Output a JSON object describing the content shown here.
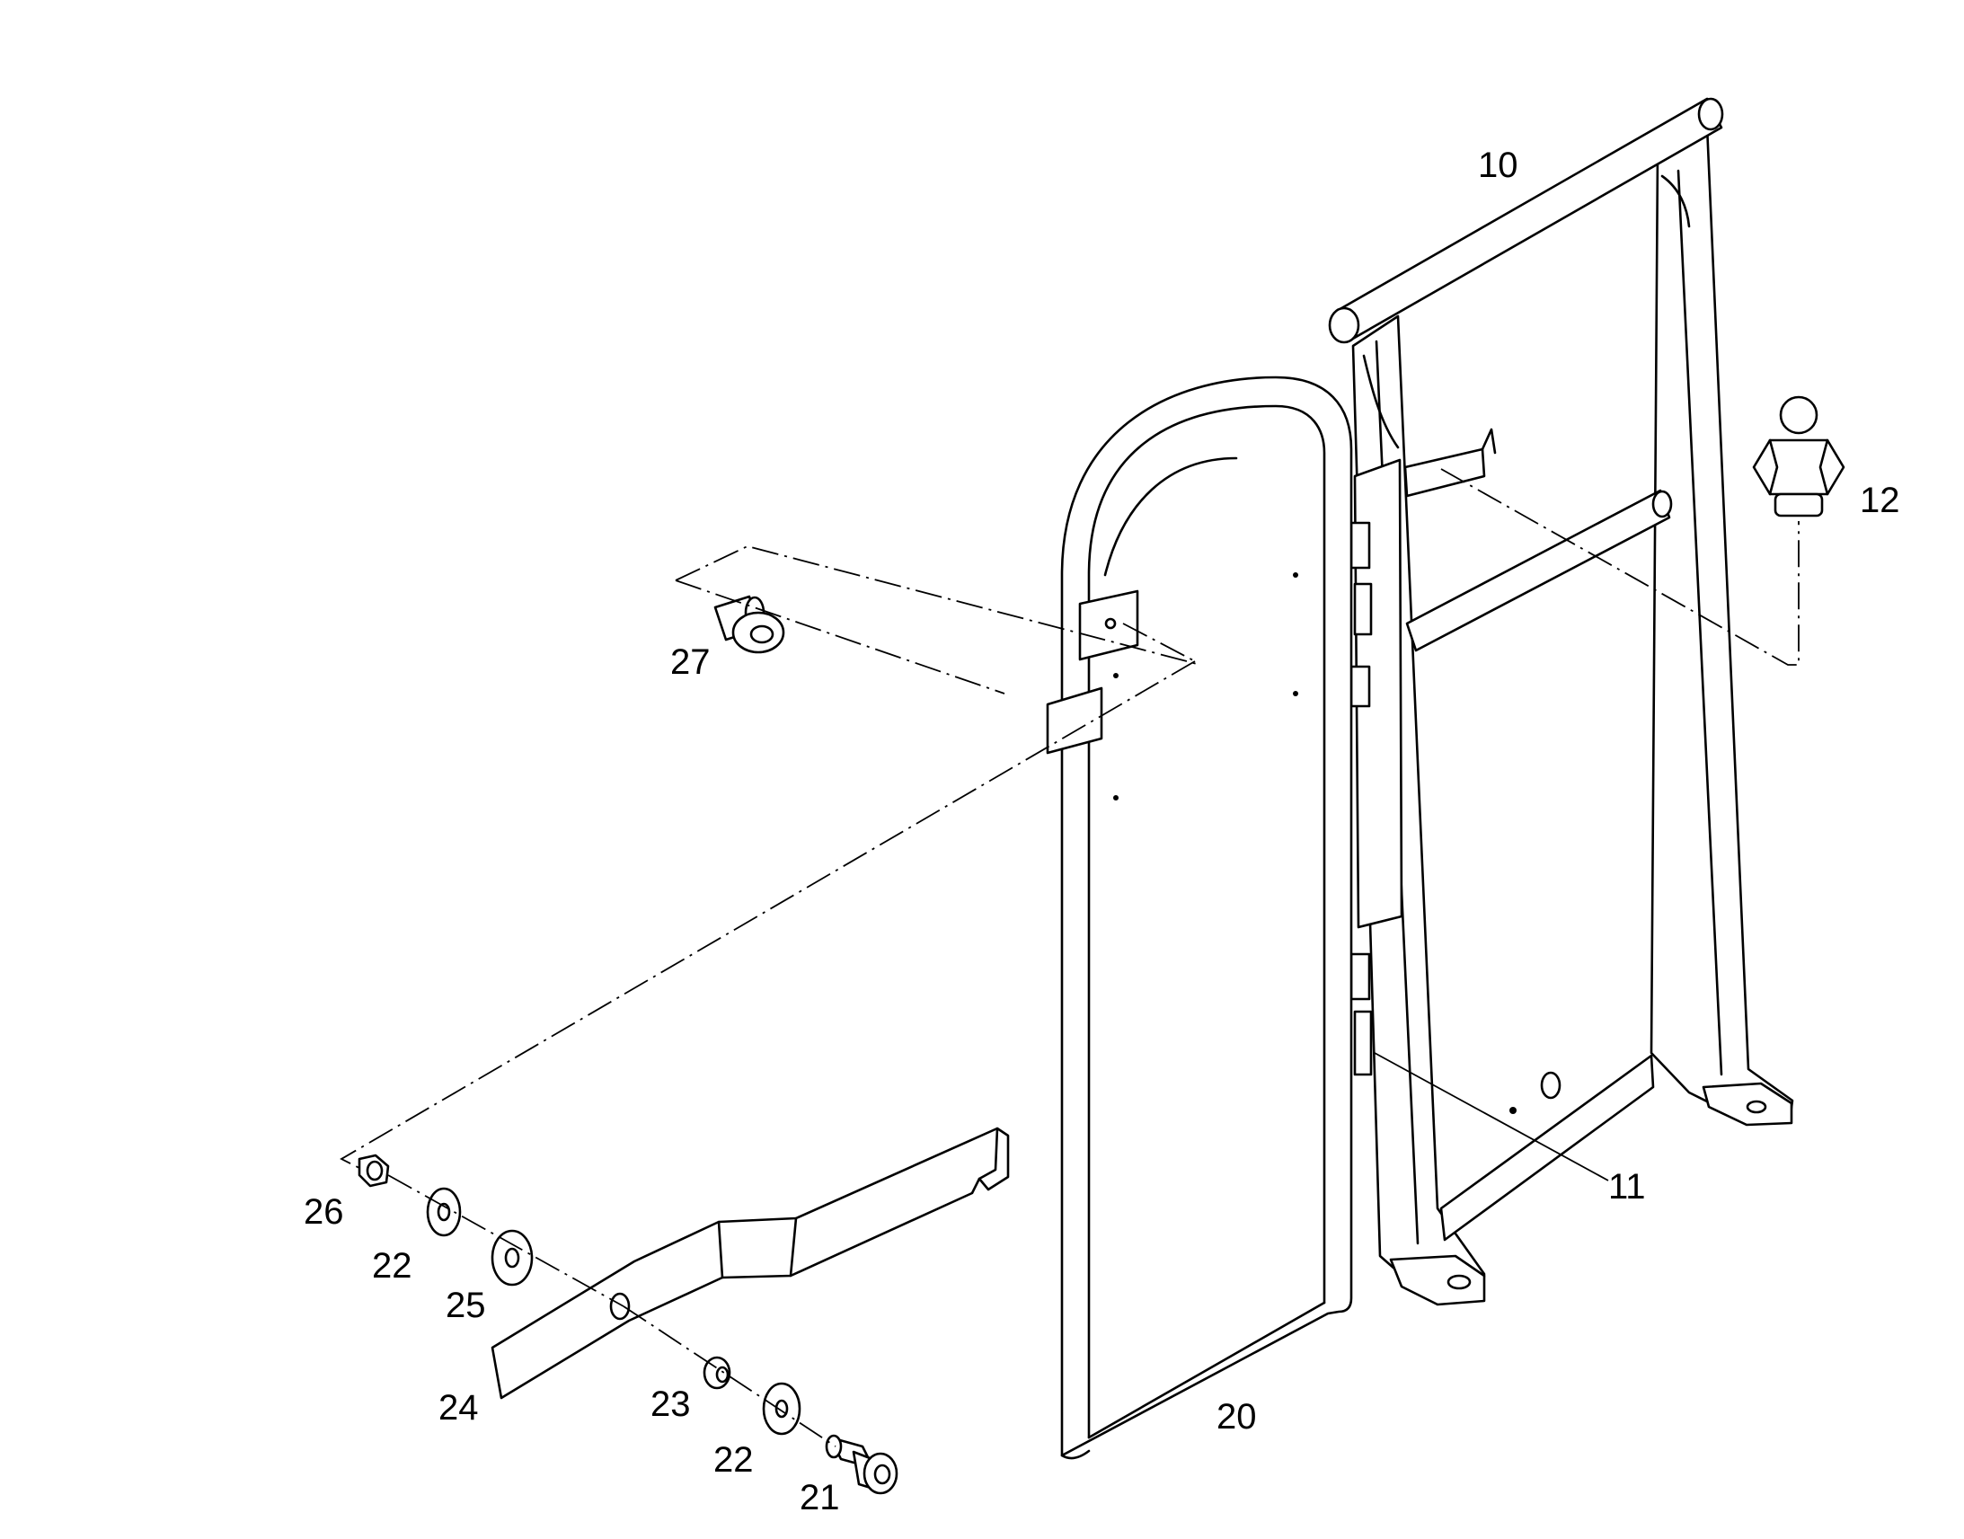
{
  "callouts": {
    "c10": "10",
    "c11": "11",
    "c12": "12",
    "c20": "20",
    "c21": "21",
    "c22a": "22",
    "c22b": "22",
    "c23": "23",
    "c24": "24",
    "c25": "25",
    "c26": "26",
    "c27": "27"
  },
  "colors": {
    "line": "#000000",
    "background": "#ffffff"
  }
}
